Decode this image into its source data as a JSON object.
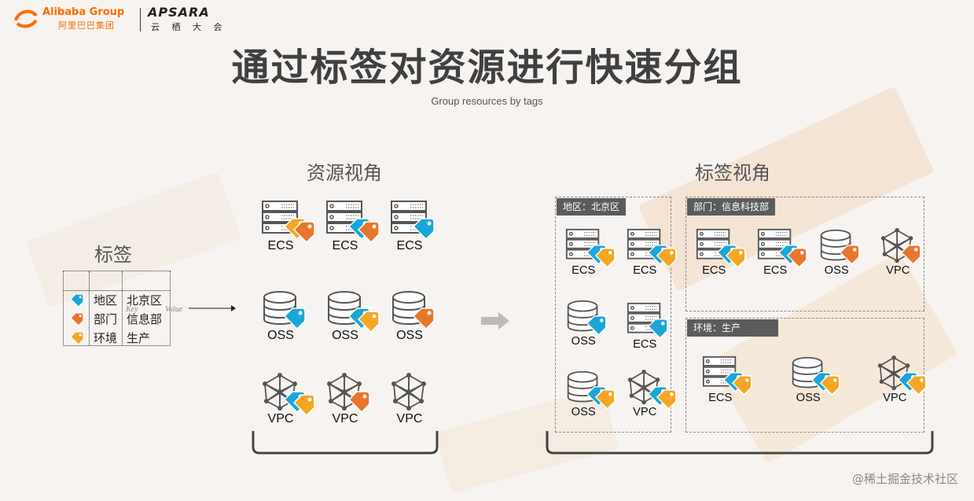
{
  "header": {
    "alibaba_brand": "Alibaba Group",
    "alibaba_cn": "阿里巴巴集团",
    "apsara_brand": "APSARA",
    "apsara_cn": "云 栖 大 会"
  },
  "title": "通过标签对资源进行快速分组",
  "subtitle": "Group resources by tags",
  "tags_panel": {
    "title": "标签",
    "rows": [
      {
        "key": "地区",
        "value": "北京区",
        "tag_color": "#1aa6d8"
      },
      {
        "key": "部门",
        "value": "信息部",
        "tag_color": "#e8762c"
      },
      {
        "key": "环境",
        "value": "生产",
        "tag_color": "#f5a623"
      }
    ],
    "key_label": "Key",
    "value_label": "Value"
  },
  "resource_view": {
    "title": "资源视角",
    "items": [
      {
        "type": "ECS",
        "tags": [
          "#f5a623",
          "#e8762c"
        ]
      },
      {
        "type": "ECS",
        "tags": [
          "#1aa6d8",
          "#e8762c"
        ]
      },
      {
        "type": "ECS",
        "tags": [
          "#1aa6d8"
        ]
      },
      {
        "type": "OSS",
        "tags": [
          "#1aa6d8"
        ]
      },
      {
        "type": "OSS",
        "tags": [
          "#1aa6d8",
          "#f5a623"
        ]
      },
      {
        "type": "OSS",
        "tags": [
          "#e8762c"
        ]
      },
      {
        "type": "VPC",
        "tags": [
          "#1aa6d8",
          "#f5a623"
        ]
      },
      {
        "type": "VPC",
        "tags": [
          "#e8762c"
        ]
      },
      {
        "type": "VPC",
        "tags": []
      }
    ]
  },
  "tag_view": {
    "title": "标签视角",
    "groups": [
      {
        "name": "地区：北京区",
        "items": [
          {
            "type": "ECS",
            "tags": [
              "#1aa6d8",
              "#f5a623"
            ]
          },
          {
            "type": "ECS",
            "tags": [
              "#1aa6d8",
              "#f5a623"
            ]
          },
          {
            "type": "OSS",
            "tags": [
              "#1aa6d8"
            ]
          },
          {
            "type": "ECS",
            "tags": [
              "#1aa6d8"
            ]
          },
          {
            "type": "OSS",
            "tags": [
              "#1aa6d8",
              "#f5a623"
            ]
          },
          {
            "type": "VPC",
            "tags": [
              "#1aa6d8",
              "#f5a623"
            ]
          }
        ]
      },
      {
        "name": "部门：信息科技部",
        "items": [
          {
            "type": "ECS",
            "tags": [
              "#1aa6d8",
              "#f5a623"
            ]
          },
          {
            "type": "ECS",
            "tags": [
              "#1aa6d8",
              "#e8762c"
            ]
          },
          {
            "type": "OSS",
            "tags": [
              "#e8762c"
            ]
          },
          {
            "type": "VPC",
            "tags": [
              "#e8762c"
            ]
          }
        ]
      },
      {
        "name": "环境：生产",
        "items": [
          {
            "type": "ECS",
            "tags": [
              "#1aa6d8",
              "#f5a623"
            ]
          },
          {
            "type": "OSS",
            "tags": [
              "#1aa6d8",
              "#f5a623"
            ]
          },
          {
            "type": "VPC",
            "tags": [
              "#1aa6d8",
              "#f5a623"
            ]
          }
        ]
      }
    ]
  },
  "watermark": "@稀土掘金技术社区",
  "colors": {
    "tag_blue": "#1aa6d8",
    "tag_orange": "#e8762c",
    "tag_yellow": "#f5a623",
    "accent": "#ff6a00"
  }
}
